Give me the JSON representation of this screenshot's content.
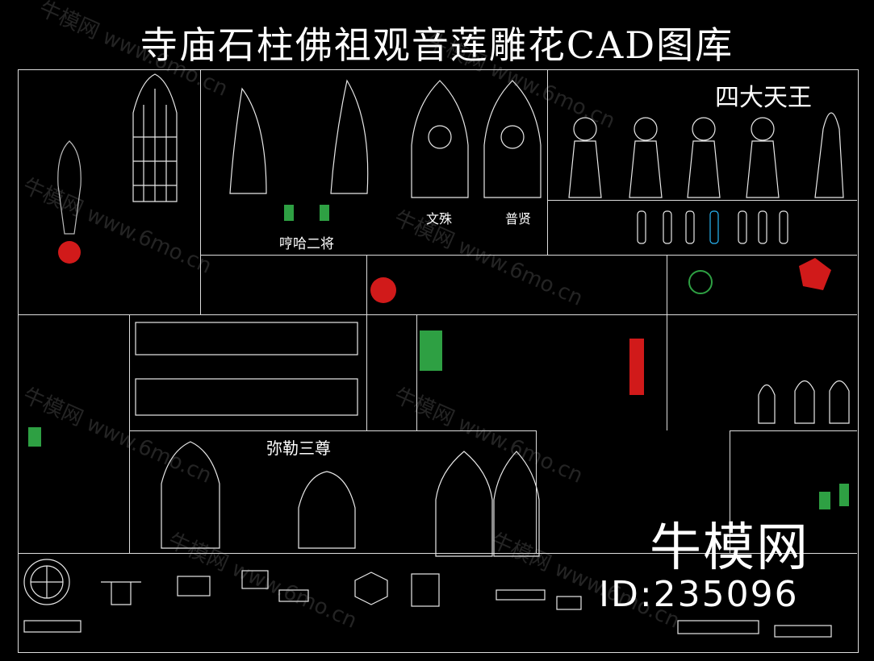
{
  "page": {
    "title": "寺庙石柱佛祖观音莲雕花CAD图库"
  },
  "labels": {
    "four_kings": "四大天王",
    "two_generals": "哼哈二将",
    "wenshu": "文殊",
    "puxian": "普贤",
    "maitreya": "弥勒三尊"
  },
  "watermark": {
    "brand": "牛模网",
    "id": "ID:235096",
    "tile_text": "牛模网 www.6mo.cn"
  },
  "colors": {
    "background": "#000000",
    "lines": "#dddddd",
    "drawing": "#ffffff",
    "accent_green": "#2ea043",
    "accent_red": "#d11a1a",
    "accent_cyan": "#29b6f6"
  }
}
